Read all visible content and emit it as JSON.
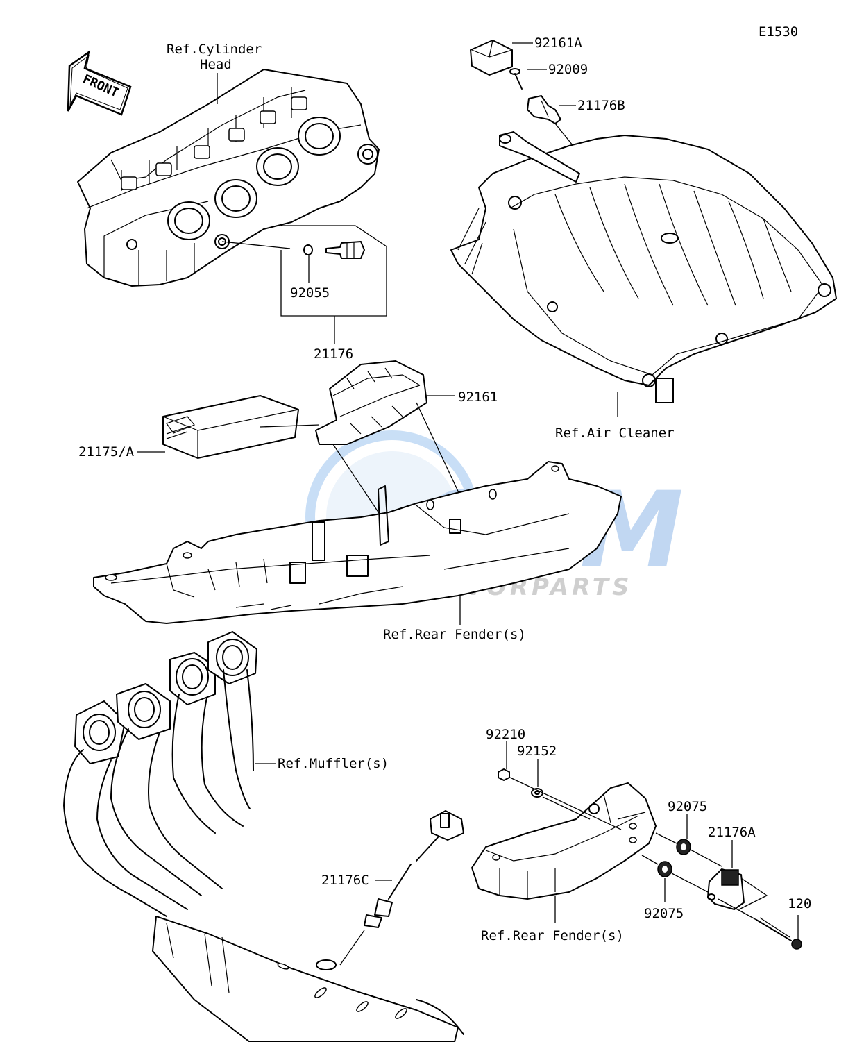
{
  "diagram_code": "E1530",
  "front_arrow_text": "FRONT",
  "watermark": {
    "main": "OSM",
    "sub": "MOTORPARTS",
    "color": "#8fb8e8"
  },
  "labels": {
    "ref_cylinder_head_1": "Ref.Cylinder",
    "ref_cylinder_head_2": "Head",
    "p92161A": "92161A",
    "p92009": "92009",
    "p21176B": "21176B",
    "p92055": "92055",
    "p21176": "21176",
    "p92161": "92161",
    "p21175A": "21175/A",
    "ref_air_cleaner": "Ref.Air Cleaner",
    "ref_rear_fender_1": "Ref.Rear Fender(s)",
    "ref_mufflers": "Ref.Muffler(s)",
    "p92210": "92210",
    "p92152": "92152",
    "p92075_a": "92075",
    "p21176A": "21176A",
    "p21176C": "21176C",
    "p92075_b": "92075",
    "p120": "120",
    "ref_rear_fender_2": "Ref.Rear Fender(s)"
  }
}
